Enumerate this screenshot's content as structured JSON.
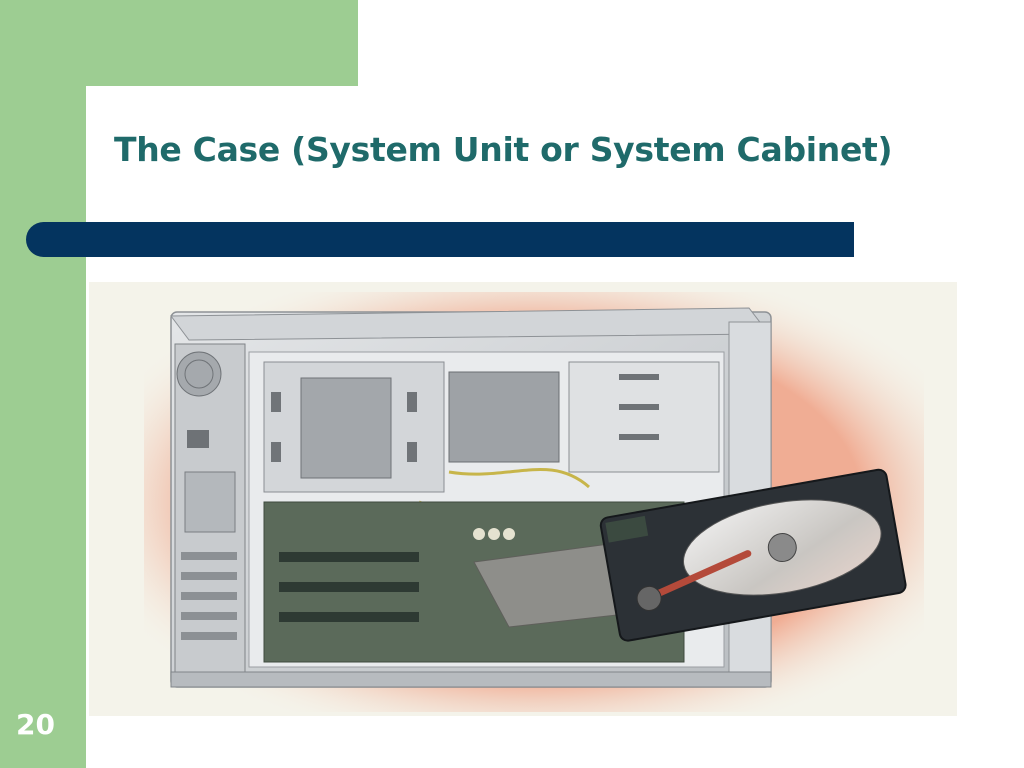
{
  "slide": {
    "title": "The Case (System Unit or System Cabinet)",
    "page_number": "20"
  },
  "image": {
    "subject": "computer-case-with-hard-drive"
  },
  "colors": {
    "green_panel": "#9dcd92",
    "title_text": "#1f6a6a",
    "title_bar": "#04345f",
    "background": "#ffffff"
  }
}
